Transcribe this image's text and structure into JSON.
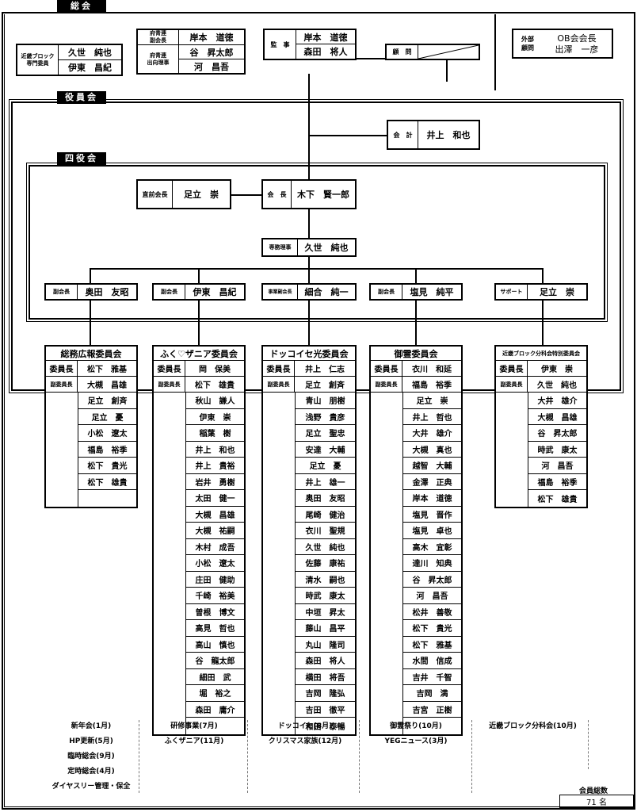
{
  "sections": {
    "general": "総会",
    "officers": "役員会",
    "four": "四役会"
  },
  "kinki_delegate": {
    "label": "近畿ブロック\n専門委員",
    "names": [
      "久世　純也",
      "伊東　昌紀"
    ]
  },
  "prefectural": {
    "vice_label": "府青連\n副会長",
    "vice": "岸本　道徳",
    "dir_label": "府青連\n出向理事",
    "dirs": [
      "谷　昇太郎",
      "河　昌吾"
    ]
  },
  "auditor": {
    "label": "監　事",
    "names": [
      "岸本　道徳",
      "森田　将人"
    ]
  },
  "advisor": {
    "label": "顧　問"
  },
  "external": {
    "label": "外部\n顧問",
    "role": "OB会会長",
    "name": "出澤　一彦"
  },
  "treasurer": {
    "label": "会　計",
    "name": "井上　和也"
  },
  "past_president": {
    "label": "直前会長",
    "name": "足立　崇"
  },
  "president": {
    "label": "会　長",
    "name": "木下　賢一郎"
  },
  "managing_director": {
    "label": "専務理事",
    "name": "久世　純也"
  },
  "vice_row": [
    {
      "label": "副会長",
      "name": "奥田　友昭"
    },
    {
      "label": "副会長",
      "name": "伊東　昌紀"
    },
    {
      "label": "事業副会長",
      "name": "細合　純一"
    },
    {
      "label": "副会長",
      "name": "塩見　純平"
    },
    {
      "label": "サポート",
      "name": "足立　崇"
    }
  ],
  "committees": [
    {
      "title": "総務広報委員会",
      "chair_label": "委員長",
      "chair": "松下　雅基",
      "vice_label": "副委員長",
      "vice": "大槻　昌雄",
      "members": [
        "足立　創斉",
        "足立　憂",
        "小松　遼太",
        "福島　裕季",
        "松下　貴光",
        "松下　雄貴",
        ""
      ],
      "events": [
        "新年会(1月)",
        "HP更新(5月)",
        "臨時総会(9月)",
        "定時総会(4月)",
        "ダイヤスリー管理・保全"
      ]
    },
    {
      "title": "ふく♡ザニア委員会",
      "chair_label": "委員長",
      "chair": "岡　保美",
      "vice_label": "副委員長",
      "vice": "松下　雄貴",
      "members": [
        "秋山　謙人",
        "伊東　崇",
        "稲葉　樹",
        "井上　和也",
        "井上　貴裕",
        "岩井　勇樹",
        "太田　健一",
        "大槻　昌雄",
        "大槻　祐嗣",
        "木村　成吾",
        "小松　遼太",
        "庄田　健助",
        "千崎　裕美",
        "曽根　博文",
        "高見　哲也",
        "高山　慎也",
        "谷　龍太郎",
        "細田　武",
        "堀　裕之",
        "森田　庸介",
        ""
      ],
      "events": [
        "研修事業(7月)",
        "ふくザニア(11月)"
      ]
    },
    {
      "title": "ドッコイセ光委員会",
      "chair_label": "委員長",
      "chair": "井上　仁志",
      "vice_label": "副委員長",
      "vice": "足立　創斉",
      "members": [
        "青山　朋樹",
        "浅野　貴彦",
        "足立　聖忠",
        "安達　大輔",
        "足立　憂",
        "井上　雄一",
        "奥田　友昭",
        "尾崎　健治",
        "衣川　聖規",
        "久世　純也",
        "佐藤　康祐",
        "清水　嗣也",
        "時武　康太",
        "中垣　昇太",
        "藤山　昌平",
        "丸山　隆司",
        "森田　将人",
        "横田　将吾",
        "吉岡　隆弘",
        "吉田　徹平",
        "和田　泰暢"
      ],
      "events": [
        "ドッコイセ(8月)",
        "クリスマス家族(12月)"
      ]
    },
    {
      "title": "御霊委員会",
      "chair_label": "委員長",
      "chair": "衣川　和延",
      "vice_label": "副委員長",
      "vice": "福島　裕季",
      "members": [
        "足立　崇",
        "井上　哲也",
        "大井　雄介",
        "大槻　真也",
        "越智　大輔",
        "金澤　正典",
        "岸本　道徳",
        "塩見　晋作",
        "塩見　卓也",
        "高木　宜彰",
        "達川　知典",
        "谷　昇太郎",
        "河　昌吾",
        "松井　善敬",
        "松下　貴光",
        "松下　雅基",
        "水間　信成",
        "吉井　千智",
        "吉岡　満",
        "吉宮　正樹",
        ""
      ],
      "events": [
        "御霊祭り(10月)",
        "YEGニュース(3月)"
      ]
    },
    {
      "title": "近畿ブロック分科会特別委員会",
      "chair_label": "委員長",
      "chair": "伊東　崇",
      "vice_label": "副委員長",
      "vice": "久世　純也",
      "members": [
        "大井　雄介",
        "大槻　昌雄",
        "谷　昇太郎",
        "時武　康太",
        "河　昌吾",
        "福島　裕季",
        "松下　雄貴"
      ],
      "events": [
        "近畿ブロック分科会(10月)"
      ]
    }
  ],
  "total": {
    "label": "会員総数",
    "value": "71 名"
  }
}
